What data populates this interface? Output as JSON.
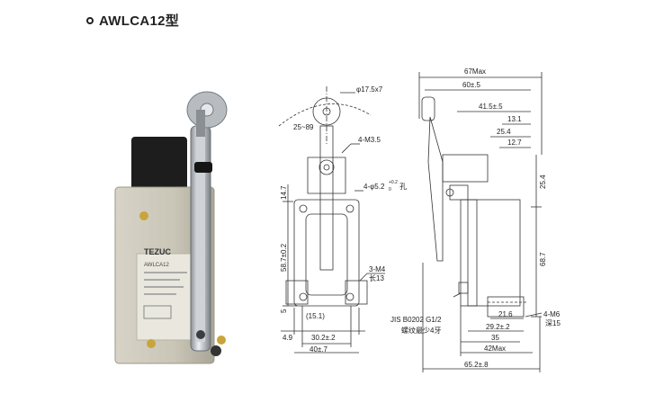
{
  "title": "AWLCA12型",
  "photo": {
    "brand": "TEZUC",
    "model": "AWLCA12"
  },
  "front_view": {
    "roller_dia": "φ17.5x7",
    "angle": "25~89",
    "screw": "4-M3.5",
    "hole": "4-φ5.2",
    "hole_tol": "+0.2",
    "hole_tol_low": "0",
    "hole_suffix": "孔",
    "dim_14_7": "14.7",
    "dim_58_7": "58.7±0.2",
    "dim_5": "5",
    "dim_15_1": "(15.1)",
    "dim_4_9": "4.9",
    "dim_30_2": "30.2±.2",
    "dim_40": "40±.7",
    "m4": "3-M4",
    "m4_depth": "长13"
  },
  "side_view": {
    "d67": "67Max",
    "d60": "60±.5",
    "d41_5": "41.5±.5",
    "d13_1": "13.1",
    "d25_4a": "25.4",
    "d12_7": "12.7",
    "d25_4b": "25.4",
    "d68_7": "68.7",
    "d21_6": "21.6",
    "d29_2": "29.2±.2",
    "d35": "35",
    "d42": "42Max",
    "d65_2": "65.2±.8",
    "m6": "4-M6",
    "m6_depth": "深15",
    "thread1": "JIS B0202 G1/2",
    "thread2": "螺纹最少4牙"
  }
}
